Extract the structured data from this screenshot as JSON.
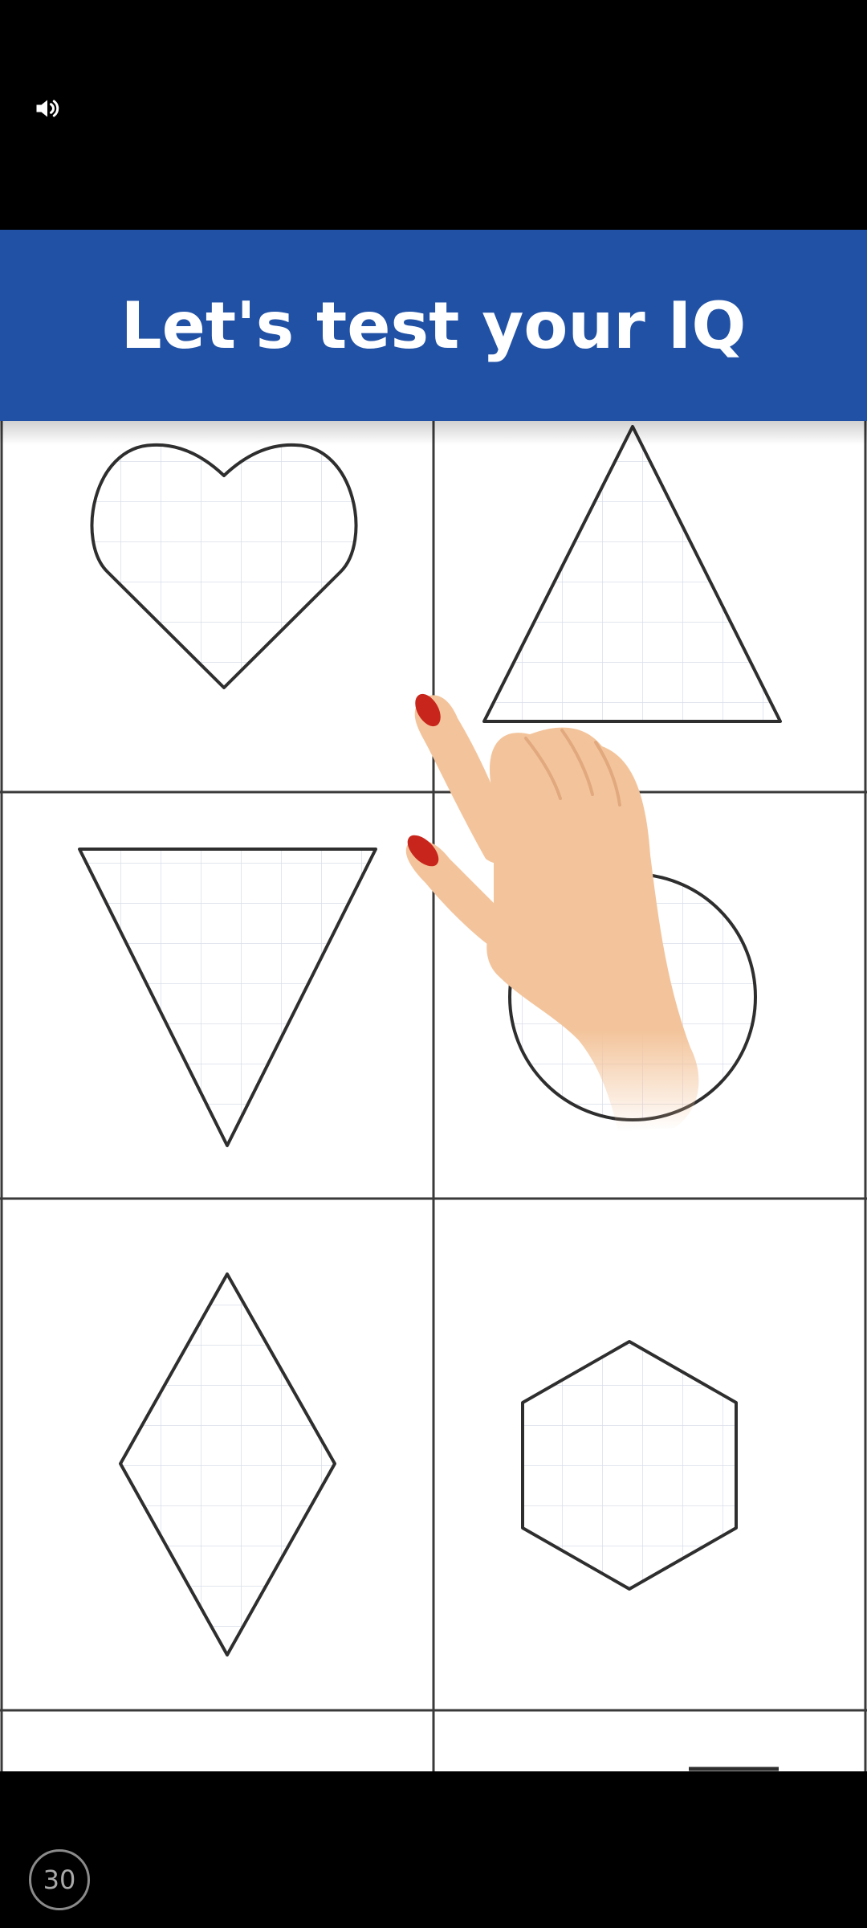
{
  "header": {
    "title": "Let's test your IQ",
    "background": "#2151A5",
    "text_color": "#FFFFFF"
  },
  "controls": {
    "volume_icon": "volume-icon",
    "timer_value": "30"
  },
  "grid": {
    "columns": 2,
    "cells": [
      {
        "shape": "heart"
      },
      {
        "shape": "triangle"
      },
      {
        "shape": "inverted-triangle"
      },
      {
        "shape": "circle"
      },
      {
        "shape": "diamond"
      },
      {
        "shape": "hexagon"
      }
    ]
  },
  "overlay": {
    "hand_icon": "pointing-hand-icon",
    "nail_color": "#C8261C",
    "skin_color": "#F3C49B"
  }
}
